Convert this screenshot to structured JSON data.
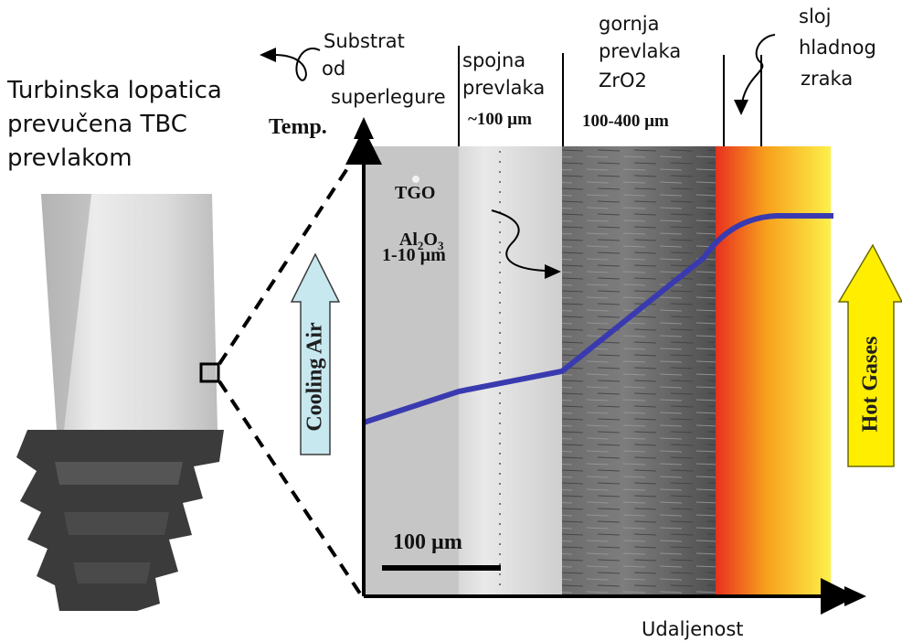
{
  "caption": {
    "line1": "Turbinska lopatica",
    "line2": "prevučena TBC",
    "line3": "prevlakom"
  },
  "layers": {
    "substrate": {
      "line1": "Substrat",
      "line2": "od",
      "line3": "superlegure"
    },
    "bond_coat": {
      "line1": "spojna",
      "line2": "prevlaka",
      "thickness": "~100 µm"
    },
    "top_coat": {
      "line1": "gornja",
      "line2": "prevlaka",
      "line3": "ZrO2",
      "thickness": "100-400 µm"
    },
    "cooling_layer": {
      "line1": "sloj",
      "line2": "hladnog",
      "line3": "zraka"
    }
  },
  "tgo": {
    "line1": "TGO",
    "line2_main": "Al",
    "line2_sub1": "2",
    "line2_mid": "O",
    "line2_sub2": "3",
    "line3": "1-10 µm"
  },
  "axes": {
    "y_label": "Temp.",
    "x_label": "Udaljenost"
  },
  "scale_bar": "100 µm",
  "arrows": {
    "cooling": "Cooling Air",
    "hot": "Hot Gases"
  },
  "colors": {
    "temperature_line": "#3a3ab0",
    "hot_arrow": "#ffee00",
    "cooling_arrow": "#c8e8ef"
  }
}
